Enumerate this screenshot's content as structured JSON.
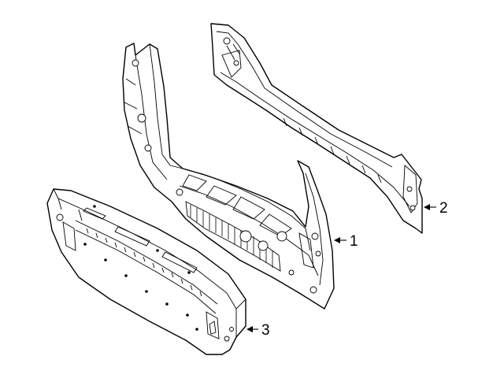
{
  "diagram": {
    "callouts": [
      {
        "id": "1",
        "label": "1"
      },
      {
        "id": "2",
        "label": "2"
      },
      {
        "id": "3",
        "label": "3"
      }
    ],
    "line_color": "#000000",
    "background_color": "#ffffff"
  }
}
